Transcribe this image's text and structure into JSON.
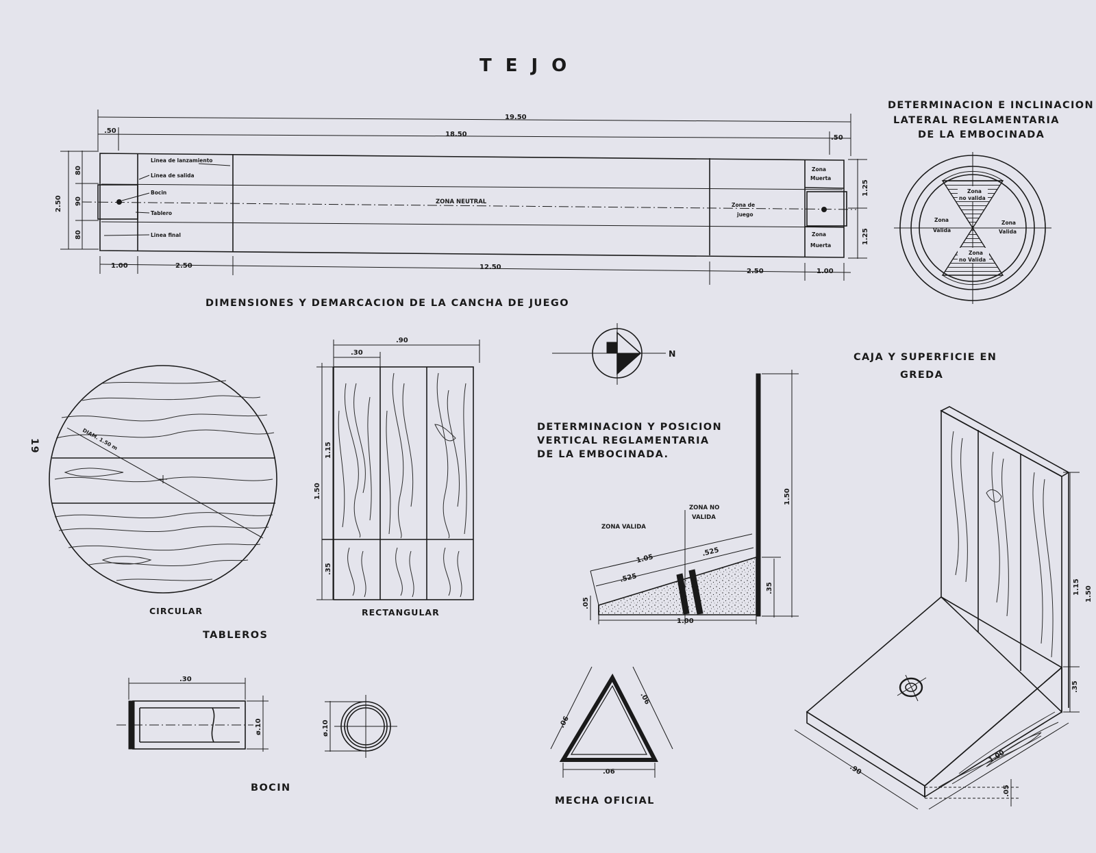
{
  "title": "TEJO",
  "page_number": "19",
  "court": {
    "caption": "DIMENSIONES Y DEMARCACION DE LA CANCHA DE JUEGO",
    "total_length": "19.50",
    "inner_length": "18.50",
    "margin_left": ".50",
    "margin_right": ".50",
    "width": "2.50",
    "side_80_top": "80",
    "side_90": "90",
    "side_80_bottom": "80",
    "right_125_top": "1.25",
    "right_125_bottom": "1.25",
    "bottom_dims": [
      "1.00",
      "2.50",
      "12.50",
      "2.50",
      "1.00"
    ],
    "labels": {
      "linea_lanzamiento": "Linea de lanzamiento",
      "linea_salida": "Linea de salida",
      "bocin": "Bocin",
      "tablero": "Tablero",
      "linea_final": "Linea final",
      "zona_neutral": "ZONA NEUTRAL",
      "zona_juego_1": "Zona de",
      "zona_juego_2": "juego",
      "zona_muerta_1a": "Zona",
      "zona_muerta_1b": "Muerta",
      "zona_muerta_2a": "Zona",
      "zona_muerta_2b": "Muerta"
    }
  },
  "lateral": {
    "title_line1": "DETERMINACION E INCLINACION",
    "title_line2": "LATERAL REGLAMENTARIA",
    "title_line3": "DE LA EMBOCINADA",
    "zona_no_valida_top_1": "Zona",
    "zona_no_valida_top_2": "no valida",
    "zona_valida_left_1": "Zona",
    "zona_valida_left_2": "Valida",
    "zona_valida_right_1": "Zona",
    "zona_valida_right_2": "Valida",
    "zona_no_valida_bottom_1": "Zona",
    "zona_no_valida_bottom_2": "no Valida"
  },
  "compass": {
    "label": "N"
  },
  "tableros": {
    "caption": "TABLEROS",
    "circular": {
      "caption": "CIRCULAR",
      "diam": "DIAM. 1.50 m"
    },
    "rectangular": {
      "caption": "RECTANGULAR",
      "width": ".90",
      "plank": ".30",
      "height_total": "1.50",
      "height_upper": "1.15",
      "height_lower": ".35"
    }
  },
  "vertical": {
    "title_line1": "DETERMINACION Y POSICION",
    "title_line2": "VERTICAL REGLAMENTARIA",
    "title_line3": "DE LA EMBOCINADA.",
    "zona_no_valida_1": "ZONA NO",
    "zona_no_valida_2": "VALIDA",
    "zona_valida": "ZONA VALIDA",
    "d_105": "1.05",
    "d_525_a": ".525",
    "d_525_b": ".525",
    "d_100": "1.00",
    "d_05": ".05",
    "d_35": ".35",
    "d_150": "1.50"
  },
  "caja": {
    "title_line1": "CAJA Y SUPERFICIE EN",
    "title_line2": "GREDA",
    "d_115": "1.15",
    "d_150": "1.50",
    "d_35": ".35",
    "d_90": ".90",
    "d_100": "1.00",
    "d_05": ".05"
  },
  "bocin": {
    "caption": "BOCIN",
    "length": ".30",
    "diam_a": "ø.10",
    "diam_b": "ø.10"
  },
  "mecha": {
    "caption": "MECHA OFICIAL",
    "side_a": ".06",
    "side_b": ".06",
    "side_c": ".06"
  }
}
